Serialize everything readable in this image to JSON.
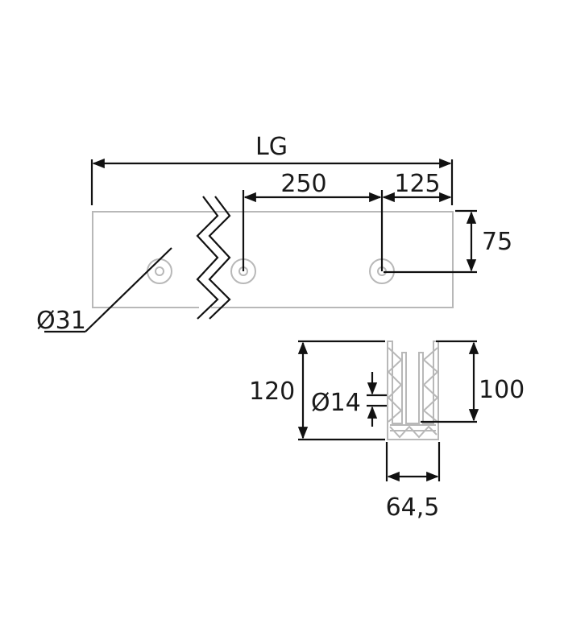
{
  "dimensions": {
    "overall_length": "LG",
    "hole_spacing": "250",
    "end_distance": "125",
    "hole_height": "75",
    "hole_diameter": "Ø31",
    "profile_height": "120",
    "channel_depth": "100",
    "slot_diameter": "Ø14",
    "profile_width": "64,5"
  },
  "colors": {
    "outline": "#b8b8b8",
    "dimension_lines": "#111111"
  }
}
